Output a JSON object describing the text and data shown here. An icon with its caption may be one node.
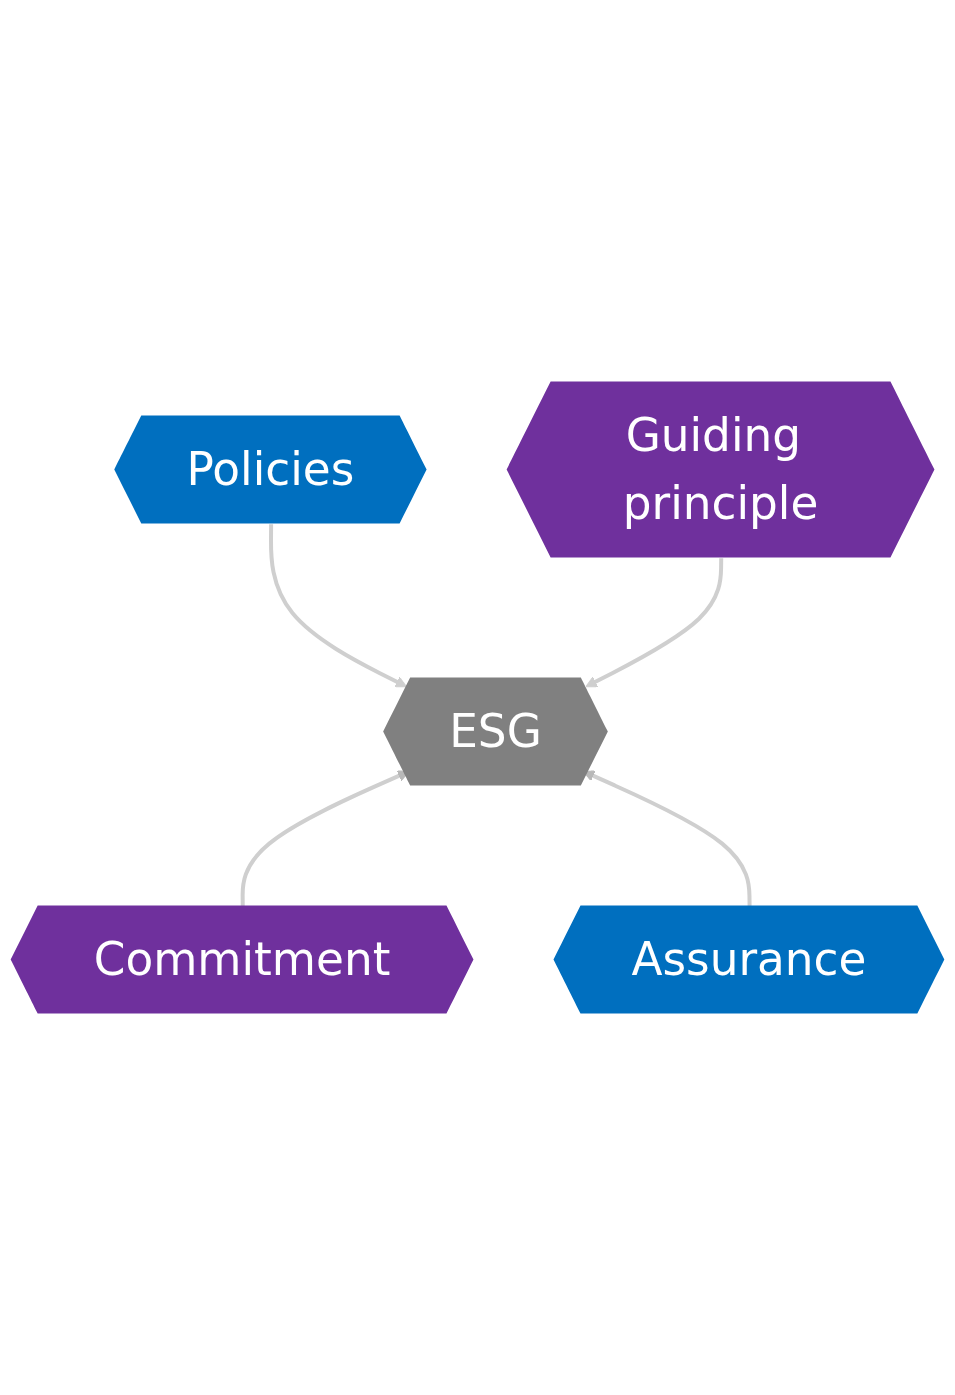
{
  "diagram": {
    "nodes": [
      {
        "text": [
          "Policies"
        ]
      },
      {
        "text": [
          "Guiding principle"
        ]
      },
      {
        "text": [
          "ESG"
        ]
      },
      {
        "text": [
          "Commitment"
        ]
      },
      {
        "text": [
          "Assurance"
        ]
      }
    ],
    "edges": [
      {
        "from": 0,
        "to": 2,
        "arrow": "to"
      },
      {
        "from": 1,
        "to": 2,
        "arrow": "to"
      },
      {
        "from": 3,
        "to": 2,
        "arrow": "to"
      },
      {
        "from": 4,
        "to": 2,
        "arrow": "to"
      }
    ]
  }
}
